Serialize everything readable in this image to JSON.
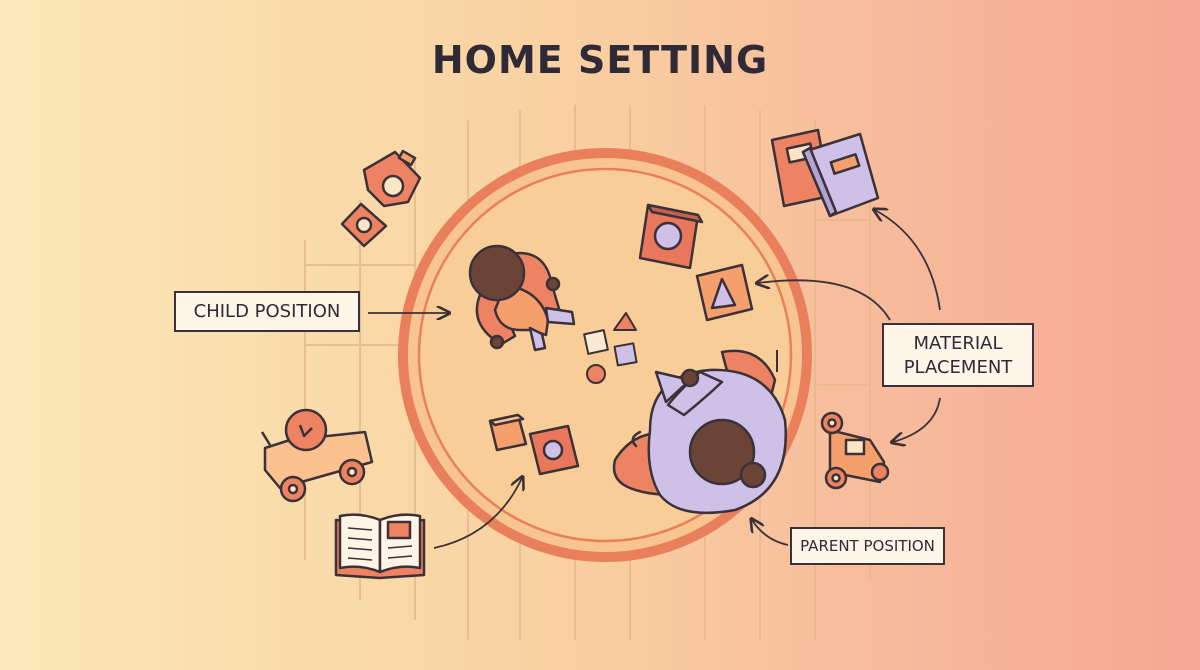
{
  "title": "HOME SETTING",
  "labels": {
    "child_position": "CHILD POSITION",
    "material_placement": [
      "MATERIAL",
      "PLACEMENT"
    ],
    "parent_position": "PARENT POSITION"
  },
  "colors": {
    "ink": "#3a3238",
    "orange": "#ec7d5e",
    "rug": "#f8c58f",
    "lavender": "#cfc0e8",
    "skin": "#6b4437",
    "cream": "#fbe5c4"
  }
}
